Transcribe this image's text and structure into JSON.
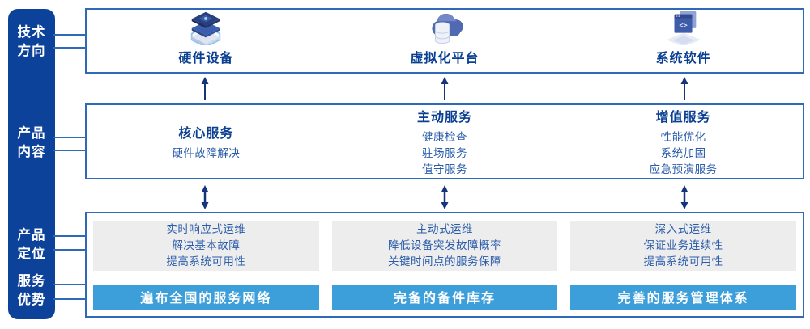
{
  "colors": {
    "sidebar_bg": "#0d429a",
    "box_border": "#2e6ab8",
    "heading_blue": "#0a3f93",
    "text_blue": "#2a5caa",
    "arrow_navy": "#16337e",
    "advantage_bar_blue": "#3d9fd9",
    "card_gray": "#ededed"
  },
  "sidebar": {
    "labels": [
      {
        "text": "技术\n方向"
      },
      {
        "text": "产品\n内容"
      },
      {
        "text": "产品\n定位"
      },
      {
        "text": "服务\n优势"
      }
    ]
  },
  "tech_row": {
    "items": [
      {
        "icon": "server-stack-icon",
        "label": "硬件设备"
      },
      {
        "icon": "cloud-database-icon",
        "label": "虚拟化平台"
      },
      {
        "icon": "code-window-icon",
        "label": "系统软件"
      }
    ]
  },
  "content_row": {
    "columns": [
      {
        "heading": "核心服务",
        "items": [
          "硬件故障解决"
        ]
      },
      {
        "heading": "主动服务",
        "items": [
          "健康检查",
          "驻场服务",
          "值守服务"
        ]
      },
      {
        "heading": "增值服务",
        "items": [
          "性能优化",
          "系统加固",
          "应急预演服务"
        ]
      }
    ]
  },
  "positioning_row": {
    "columns": [
      {
        "lines": [
          "实时响应式运维",
          "解决基本故障",
          "提高系统可用性"
        ],
        "advantage": "遍布全国的服务网络"
      },
      {
        "lines": [
          "主动式运维",
          "降低设备突发故障概率",
          "关键时间点的服务保障"
        ],
        "advantage": "完备的备件库存"
      },
      {
        "lines": [
          "深入式运维",
          "保证业务连续性",
          "提高系统可用性"
        ],
        "advantage": "完善的服务管理体系"
      }
    ]
  }
}
